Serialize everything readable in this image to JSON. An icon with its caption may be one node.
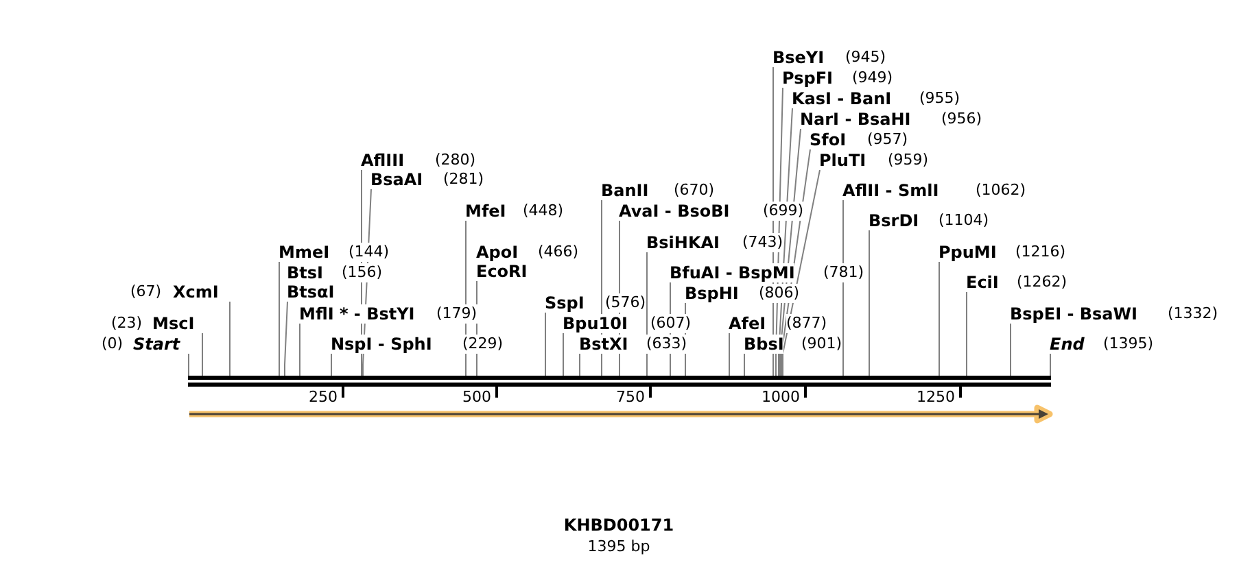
{
  "diagram": {
    "title": "KHBD00171",
    "caption": "1395 bp",
    "nodes": [
      {
        "text": [
          "(0)",
          "Start"
        ]
      },
      {
        "text": [
          "(23)",
          "MscI"
        ]
      },
      {
        "text": [
          "(67)",
          "XcmI"
        ]
      },
      {
        "text": [
          "MmeI",
          "(144)"
        ]
      },
      {
        "text": [
          "BtsI",
          "(156)",
          "BtsαI"
        ]
      },
      {
        "text": [
          "MflI * - BstYI",
          "(179)"
        ]
      },
      {
        "text": [
          "NspI - SphI",
          "(229)"
        ]
      },
      {
        "text": [
          "AflIII",
          "(280)"
        ]
      },
      {
        "text": [
          "BsaAI",
          "(281)"
        ]
      },
      {
        "text": [
          "MfeI",
          "(448)"
        ]
      },
      {
        "text": [
          "ApoI",
          "(466)",
          "EcoRI"
        ]
      },
      {
        "text": [
          "SspI",
          "(576)"
        ]
      },
      {
        "text": [
          "Bpu10I",
          "(607)"
        ]
      },
      {
        "text": [
          "BstXI",
          "(633)"
        ]
      },
      {
        "text": [
          "BanII",
          "(670)"
        ]
      },
      {
        "text": [
          "AvaI - BsoBI",
          "(699)"
        ]
      },
      {
        "text": [
          "BsiHKAI",
          "(743)"
        ]
      },
      {
        "text": [
          "BfuAI - BspMI",
          "(781)"
        ]
      },
      {
        "text": [
          "BspHI",
          "(806)"
        ]
      },
      {
        "text": [
          "AfeI",
          "(877)"
        ]
      },
      {
        "text": [
          "BbsI",
          "(901)"
        ]
      },
      {
        "text": [
          "BseYI",
          "(945)"
        ]
      },
      {
        "text": [
          "PspFI",
          "(949)"
        ]
      },
      {
        "text": [
          "KasI - BanI",
          "(955)"
        ]
      },
      {
        "text": [
          "NarI - BsaHI",
          "(956)"
        ]
      },
      {
        "text": [
          "SfoI",
          "(957)"
        ]
      },
      {
        "text": [
          "PluTI",
          "(959)"
        ]
      },
      {
        "text": [
          "AflII - SmlI",
          "(1062)"
        ]
      },
      {
        "text": [
          "BsrDI",
          "(1104)"
        ]
      },
      {
        "text": [
          "PpuMI",
          "(1216)"
        ]
      },
      {
        "text": [
          "EciI",
          "(1262)"
        ]
      },
      {
        "text": [
          "BspEI - BsaWI",
          "(1332)"
        ]
      },
      {
        "text": [
          "End",
          "(1395)"
        ]
      },
      {
        "text": [],
        "shape": "bar"
      }
    ],
    "edges": [
      {
        "from": 0,
        "to": 33,
        "arrow": "none"
      },
      {
        "from": 1,
        "to": 33,
        "arrow": "none"
      },
      {
        "from": 2,
        "to": 33,
        "arrow": "none"
      },
      {
        "from": 3,
        "to": 33,
        "arrow": "none"
      },
      {
        "from": 4,
        "to": 33,
        "arrow": "none"
      },
      {
        "from": 5,
        "to": 33,
        "arrow": "none"
      },
      {
        "from": 6,
        "to": 33,
        "arrow": "none"
      },
      {
        "from": 7,
        "to": 33,
        "arrow": "none"
      },
      {
        "from": 8,
        "to": 33,
        "arrow": "none"
      },
      {
        "from": 9,
        "to": 33,
        "arrow": "none"
      },
      {
        "from": 10,
        "to": 33,
        "arrow": "none"
      },
      {
        "from": 11,
        "to": 33,
        "arrow": "none"
      },
      {
        "from": 12,
        "to": 33,
        "arrow": "none"
      },
      {
        "from": 13,
        "to": 33,
        "arrow": "none"
      },
      {
        "from": 14,
        "to": 33,
        "arrow": "none"
      },
      {
        "from": 15,
        "to": 33,
        "arrow": "none"
      },
      {
        "from": 16,
        "to": 33,
        "arrow": "none"
      },
      {
        "from": 17,
        "to": 33,
        "arrow": "none"
      },
      {
        "from": 18,
        "to": 33,
        "arrow": "none"
      },
      {
        "from": 19,
        "to": 33,
        "arrow": "none"
      },
      {
        "from": 20,
        "to": 33,
        "arrow": "none"
      },
      {
        "from": 21,
        "to": 33,
        "arrow": "none"
      },
      {
        "from": 22,
        "to": 33,
        "arrow": "none"
      },
      {
        "from": 23,
        "to": 33,
        "arrow": "none"
      },
      {
        "from": 24,
        "to": 33,
        "arrow": "none"
      },
      {
        "from": 25,
        "to": 33,
        "arrow": "none"
      },
      {
        "from": 26,
        "to": 33,
        "arrow": "none"
      },
      {
        "from": 27,
        "to": 33,
        "arrow": "none"
      },
      {
        "from": 28,
        "to": 33,
        "arrow": "none"
      },
      {
        "from": 29,
        "to": 33,
        "arrow": "none"
      },
      {
        "from": 30,
        "to": 33,
        "arrow": "none"
      },
      {
        "from": 31,
        "to": 33,
        "arrow": "none"
      },
      {
        "from": 32,
        "to": 33,
        "arrow": "none"
      }
    ],
    "labels": [
      "250",
      "500",
      "750",
      "1000",
      "1250"
    ]
  }
}
